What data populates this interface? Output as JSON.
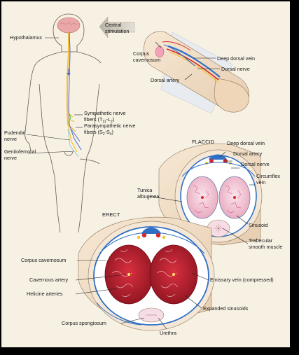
{
  "labels": {
    "hypothalamus": "Hypothalamus",
    "central_stimulation": [
      "Central",
      "stimulation"
    ],
    "corpus_cavernosum_top": [
      "Corpus",
      "cavernosum"
    ],
    "deep_dorsal_vein_top": "Deep dorsal vein",
    "dorsal_nerve_top": "Dorsal nerve",
    "dorsal_artery_top": "Dorsal artery",
    "sympathetic": [
      "Sympathetic nerve",
      "fibers (T",
      "11",
      "-L",
      "2",
      ")"
    ],
    "parasympathetic": [
      "Parasympathetic nerve",
      "fibers (S",
      "2",
      "-S",
      "4",
      ")"
    ],
    "pudendal": [
      "Pudendal",
      "nerve"
    ],
    "genitofemoral": [
      "Genitofemoral",
      "nerve"
    ],
    "flaccid": "FLACCID",
    "deep_dorsal_vein": "Deep dorsal vein",
    "dorsal_artery": "Dorsal artery",
    "dorsal_nerve": "Dorsal nerve",
    "circumflex_vein": [
      "Circumflex",
      "vein"
    ],
    "tunica_albuginea": [
      "Tunica",
      "albuginea"
    ],
    "sinusoid": "Sinusoid",
    "trabecular": [
      "Trabecular",
      "smooth muscle"
    ],
    "erect": "ERECT",
    "corpus_cavernosum": "Corpus cavernosum",
    "cavernous_artery": "Cavernous artery",
    "helicine_arteries": "Helicine arteries",
    "emissary_vein": "Emissary vein (compressed)",
    "expanded_sinusoids": "Expanded sinusoids",
    "corpus_spongiosum": "Corpus spongiosum",
    "urethra": "Urethra"
  },
  "colors": {
    "background": "#f7f1e4",
    "artery": "#d6282b",
    "vein": "#2f6fc4",
    "nerve": "#f2c230",
    "sinusoid_flaccid": "#e7a7bd",
    "sinusoid_erect": "#b51e2d",
    "skin": "#f3e2cc"
  },
  "icons": {
    "central_stimulation_arrow": "arrow-left-icon"
  }
}
